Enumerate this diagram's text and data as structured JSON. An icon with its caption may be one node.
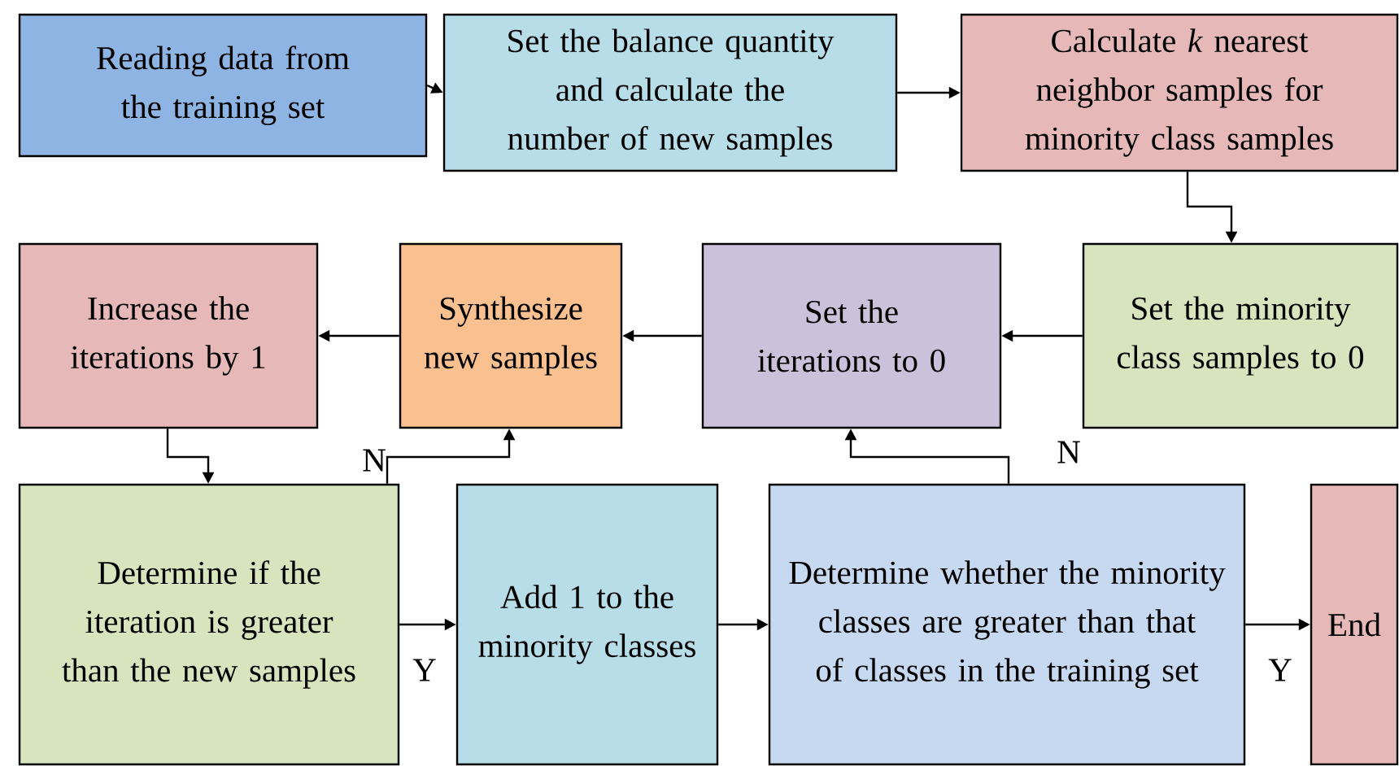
{
  "diagram": {
    "nodes": [
      {
        "text": [
          "Reading data from the training set"
        ]
      },
      {
        "text": [
          "Set the balance quantity and calculate the number of new samples"
        ]
      },
      {
        "text": [
          "Calculate *k* nearest neighbor samples for minority class samples"
        ]
      },
      {
        "text": [
          "Set the minority class samples to 0"
        ]
      },
      {
        "text": [
          "Set the iterations to 0"
        ]
      },
      {
        "text": [
          "Synthesize new samples"
        ]
      },
      {
        "text": [
          "Increase the iterations by 1"
        ]
      },
      {
        "text": [
          "Determine if the iteration is greater than the new samples"
        ]
      },
      {
        "text": [
          "Add 1 to the minority classes"
        ]
      },
      {
        "text": [
          "Determine whether the minority classes are greater than that of classes in the training set"
        ]
      },
      {
        "text": [
          "End"
        ]
      }
    ],
    "edges": [
      {
        "from": 0,
        "to": 1,
        "arrow": "to"
      },
      {
        "from": 1,
        "to": 2,
        "arrow": "to"
      },
      {
        "from": 2,
        "to": 3,
        "arrow": "to"
      },
      {
        "from": 3,
        "to": 4,
        "arrow": "to"
      },
      {
        "from": 4,
        "to": 5,
        "arrow": "to"
      },
      {
        "from": 5,
        "to": 6,
        "arrow": "to"
      },
      {
        "from": 6,
        "to": 7,
        "arrow": "to"
      },
      {
        "from": 7,
        "to": 5,
        "arrow": "to",
        "label": "N"
      },
      {
        "from": 7,
        "to": 8,
        "arrow": "to",
        "label": "Y"
      },
      {
        "from": 8,
        "to": 9,
        "arrow": "to"
      },
      {
        "from": 9,
        "to": 4,
        "arrow": "to",
        "label": "N"
      },
      {
        "from": 9,
        "to": 10,
        "arrow": "to",
        "label": "Y"
      }
    ]
  }
}
